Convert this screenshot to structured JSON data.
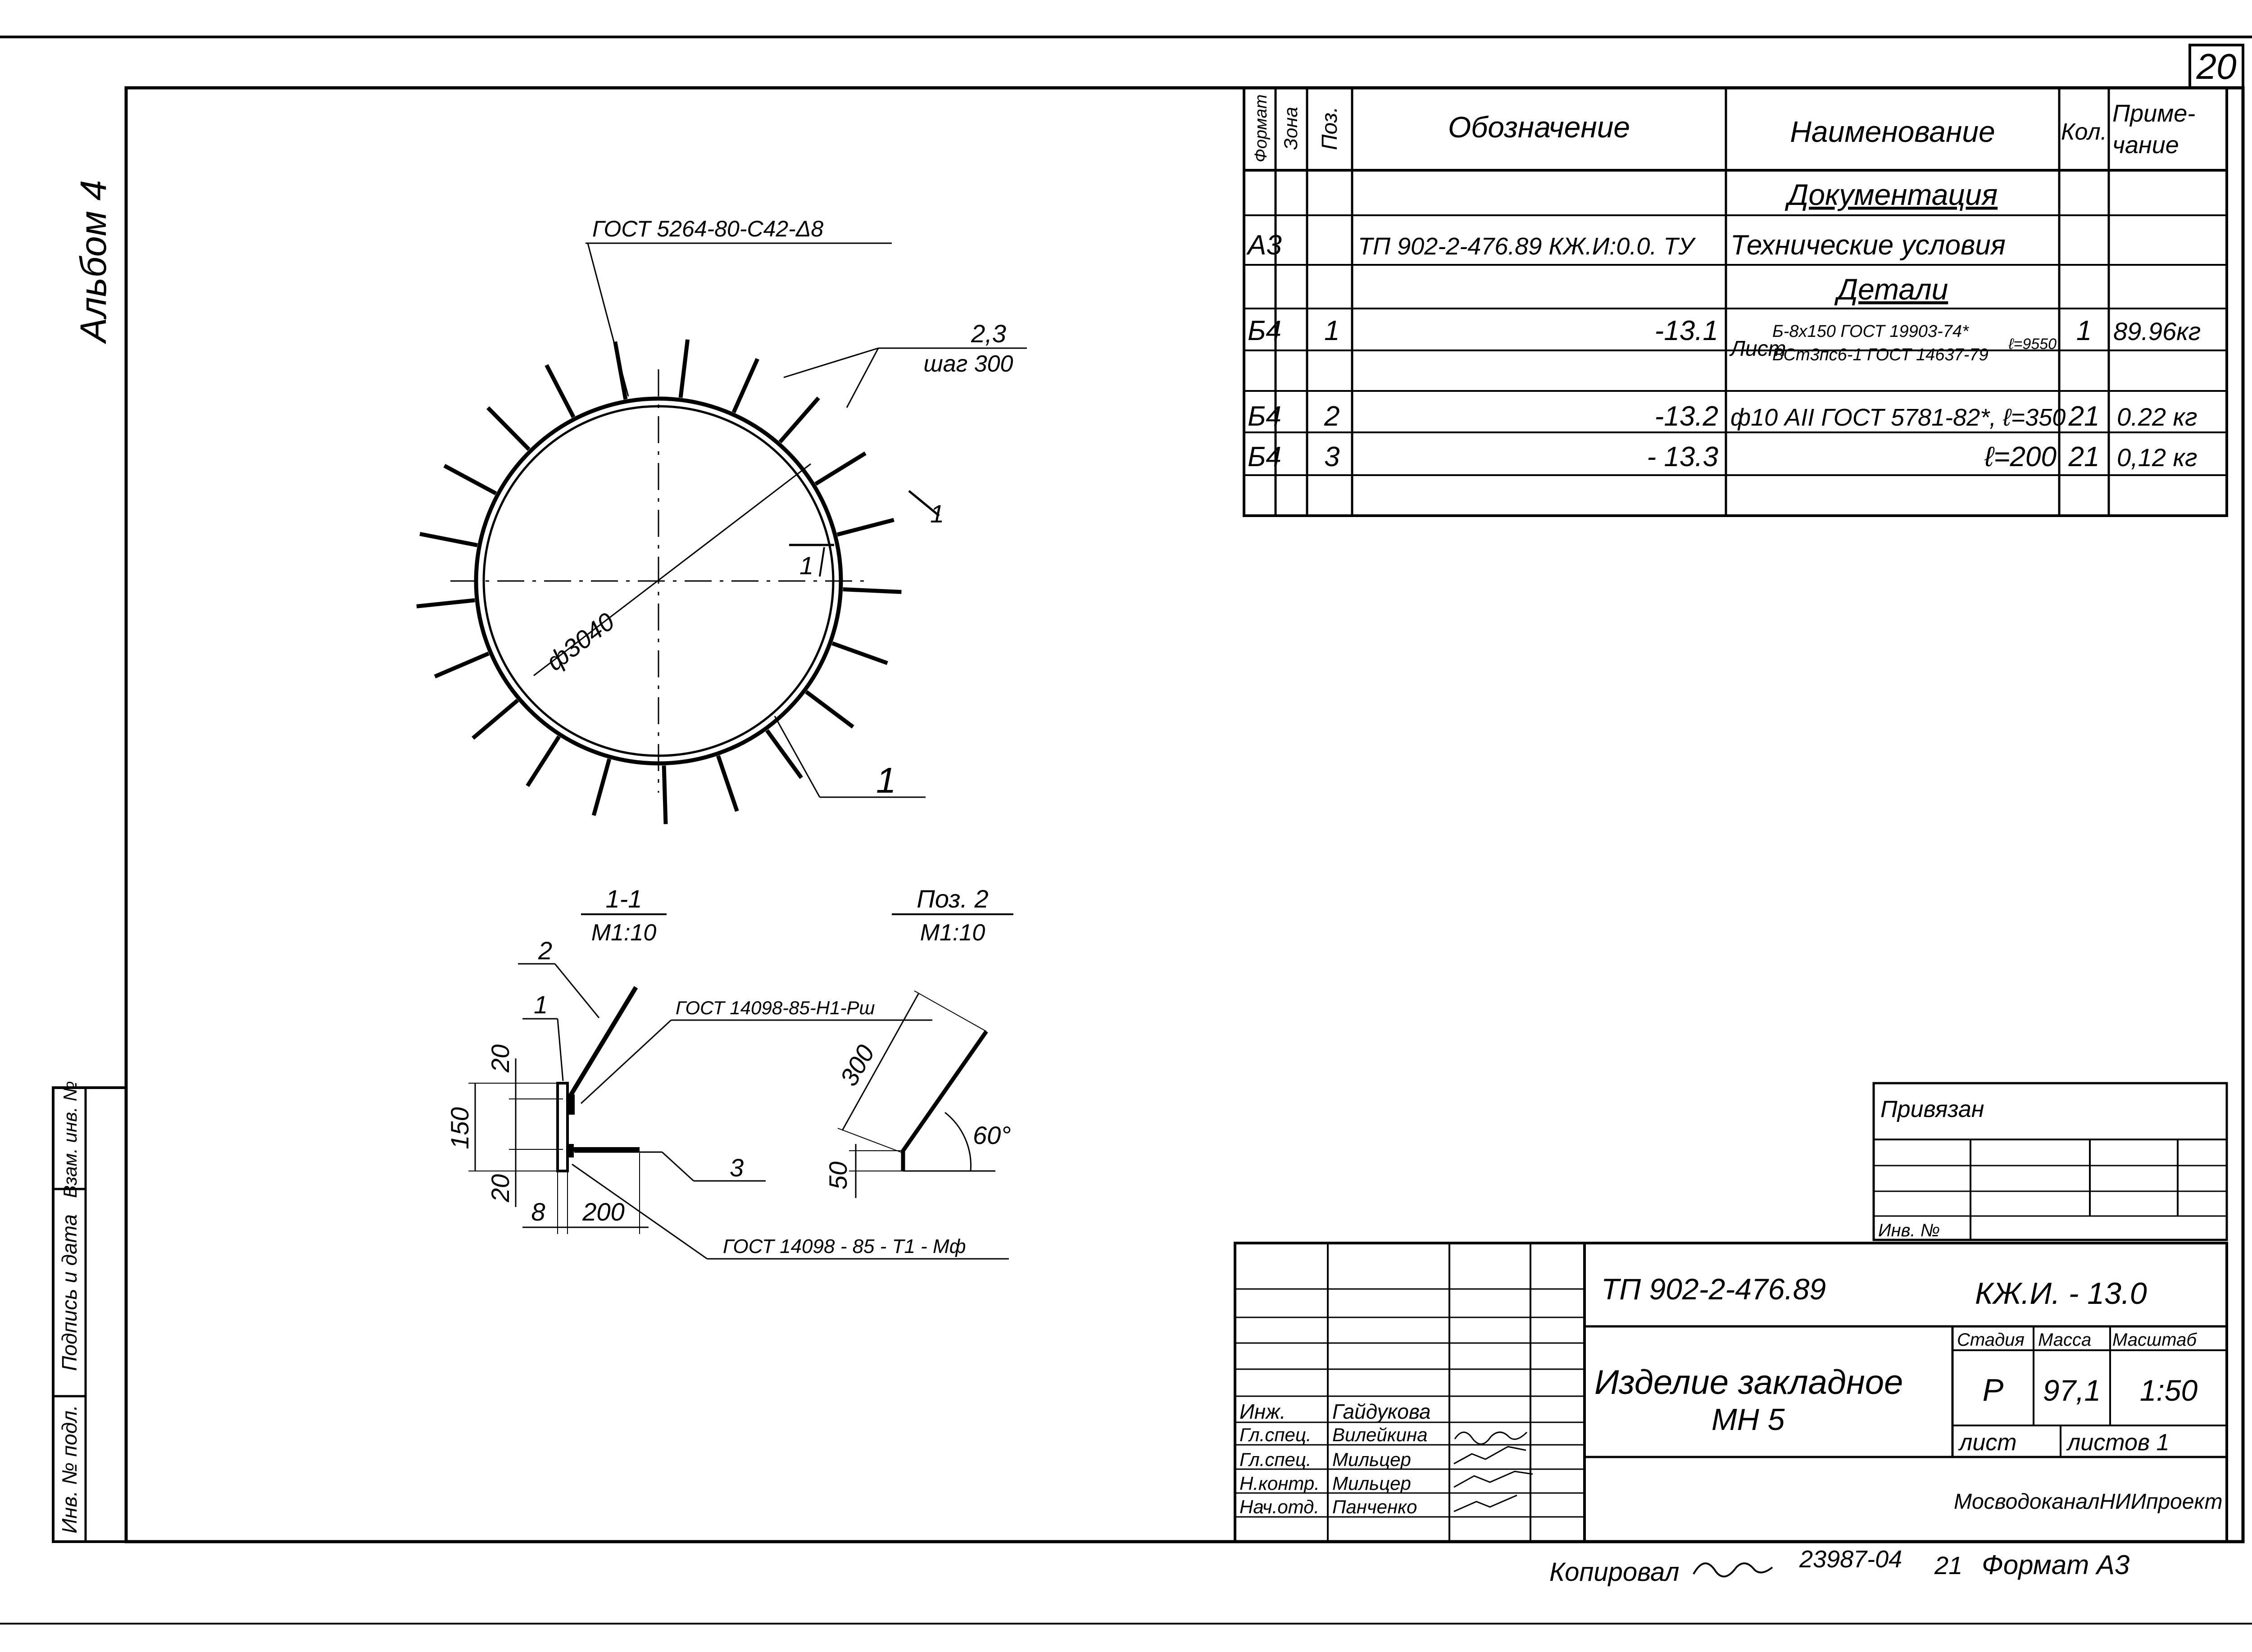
{
  "sheet_number": "20",
  "album_label": "Альбом 4",
  "spec_table": {
    "headers": {
      "format": "Формат",
      "zone": "Зона",
      "pos": "Поз.",
      "designation": "Обозначение",
      "name": "Наименование",
      "qty": "Кол.",
      "note_line1": "Приме-",
      "note_line2": "чание"
    },
    "section_documentation": "Документация",
    "section_details": "Детали",
    "rows": [
      {
        "format": "А3",
        "pos": "",
        "designation": "ТП 902-2-476.89 КЖ.И:0.0. ТУ",
        "name": "Технические условия",
        "qty": "",
        "note": ""
      },
      {
        "format": "Б4",
        "pos": "1",
        "designation": "-13.1",
        "name_prefix": "Лист",
        "name_line1": "Б-8х150 ГОСТ 19903-74*",
        "name_line2": "ВСт3пс6-1 ГОСТ 14637-79",
        "name_suffix": "ℓ=9550",
        "qty": "1",
        "note": "89.96кг"
      },
      {
        "format": "Б4",
        "pos": "2",
        "designation": "-13.2",
        "name": "ф10 АII ГОСТ 5781-82*, ℓ=350",
        "qty": "21",
        "note": "0.22 кг"
      },
      {
        "format": "Б4",
        "pos": "3",
        "designation": "- 13.3",
        "name": "ℓ=200",
        "qty": "21",
        "note": "0,12 кг"
      }
    ]
  },
  "drawing_main": {
    "label_gost_top": "ГОСТ 5264-80-С42-Δ8",
    "label_step_value": "2,3",
    "label_step_text": "шаг 300",
    "diameter_label": "ф3040",
    "section_mark": "1",
    "leader_pos": "1"
  },
  "section_1_1": {
    "title": "1-1",
    "scale": "М1:10",
    "pos_2": "2",
    "pos_1": "1",
    "pos_3": "3",
    "gost_top": "ГОСТ 14098-85-Н1-Рш",
    "gost_bottom": "ГОСТ 14098 - 85 - Т1 - Мф",
    "dim_20a": "20",
    "dim_150": "150",
    "dim_20b": "20",
    "dim_8": "8",
    "dim_200": "200"
  },
  "pos_2_view": {
    "title": "Поз. 2",
    "scale": "М1:10",
    "dim_300": "300",
    "dim_50": "50",
    "angle": "60°"
  },
  "privyazan": {
    "label": "Привязан",
    "inv_label": "Инв. №"
  },
  "left_strip": {
    "inv_podl": "Инв. № подл.",
    "podpis": "Подпись и дата",
    "vzam": "Взам. инв. №"
  },
  "title_block": {
    "project_code": "ТП 902-2-476.89",
    "doc_code": "КЖ.И. - 13.0",
    "title_line1": "Изделие закладное",
    "title_line2": "МН 5",
    "stage_label": "Стадия",
    "mass_label": "Масса",
    "scale_label": "Масштаб",
    "stage_value": "Р",
    "mass_value": "97,1",
    "scale_value": "1:50",
    "sheet_label": "лист",
    "sheets_label": "листов 1",
    "organization": "МосводоканалНИИпроект",
    "staff": [
      {
        "role": "Инж.",
        "name": "Гайдукова"
      },
      {
        "role": "Гл.спец.",
        "name": "Вилейкина"
      },
      {
        "role": "Гл.спец.",
        "name": "Мильцер"
      },
      {
        "role": "Н.контр.",
        "name": "Мильцер"
      },
      {
        "role": "Нач.отд.",
        "name": "Панченко"
      }
    ]
  },
  "footer": {
    "copied": "Копировал",
    "number": "23987-04",
    "count": "21",
    "format": "Формат А3"
  }
}
